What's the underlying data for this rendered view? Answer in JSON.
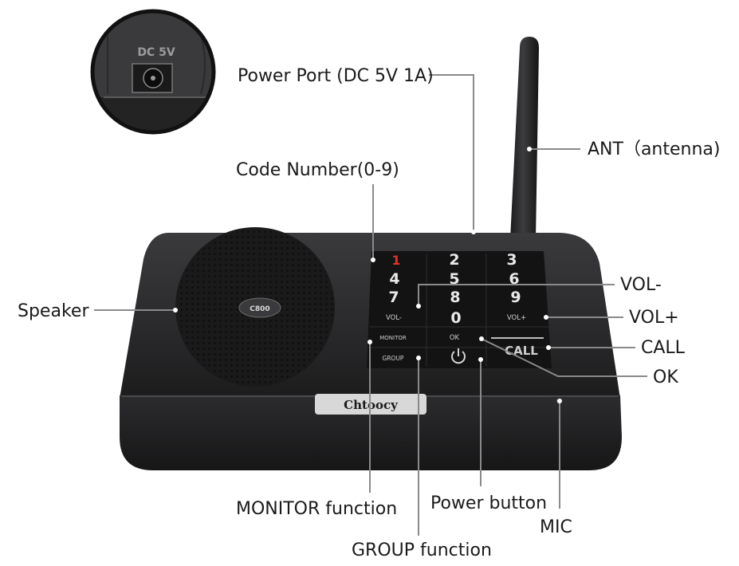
{
  "callouts": {
    "power_port": "Power Port (DC 5V 1A)",
    "antenna": "ANT（antenna)",
    "code_number": "Code Number(0-9)",
    "vol_minus": "VOL-",
    "vol_plus": "VOL+",
    "call": "CALL",
    "ok": "OK",
    "speaker": "Speaker",
    "monitor": "MONITOR function",
    "power_button": "Power button",
    "mic": "MIC",
    "group": "GROUP function"
  },
  "device": {
    "brand": "Chtoocy",
    "speaker_badge": "C800",
    "port_label": "DC 5V",
    "keys": {
      "k1": "1",
      "k2": "2",
      "k3": "3",
      "k4": "4",
      "k5": "5",
      "k6": "6",
      "k7": "7",
      "k8": "8",
      "k9": "9",
      "vol_minus": "VOL-",
      "k0": "0",
      "vol_plus": "VOL+",
      "monitor": "MONITOR",
      "ok": "OK",
      "call": "CALL",
      "group": "GROUP"
    }
  },
  "colors": {
    "body": "#2b2b2d",
    "keypad": "#141414",
    "key1": "#d9352b",
    "leader": "#8a8a8a"
  }
}
